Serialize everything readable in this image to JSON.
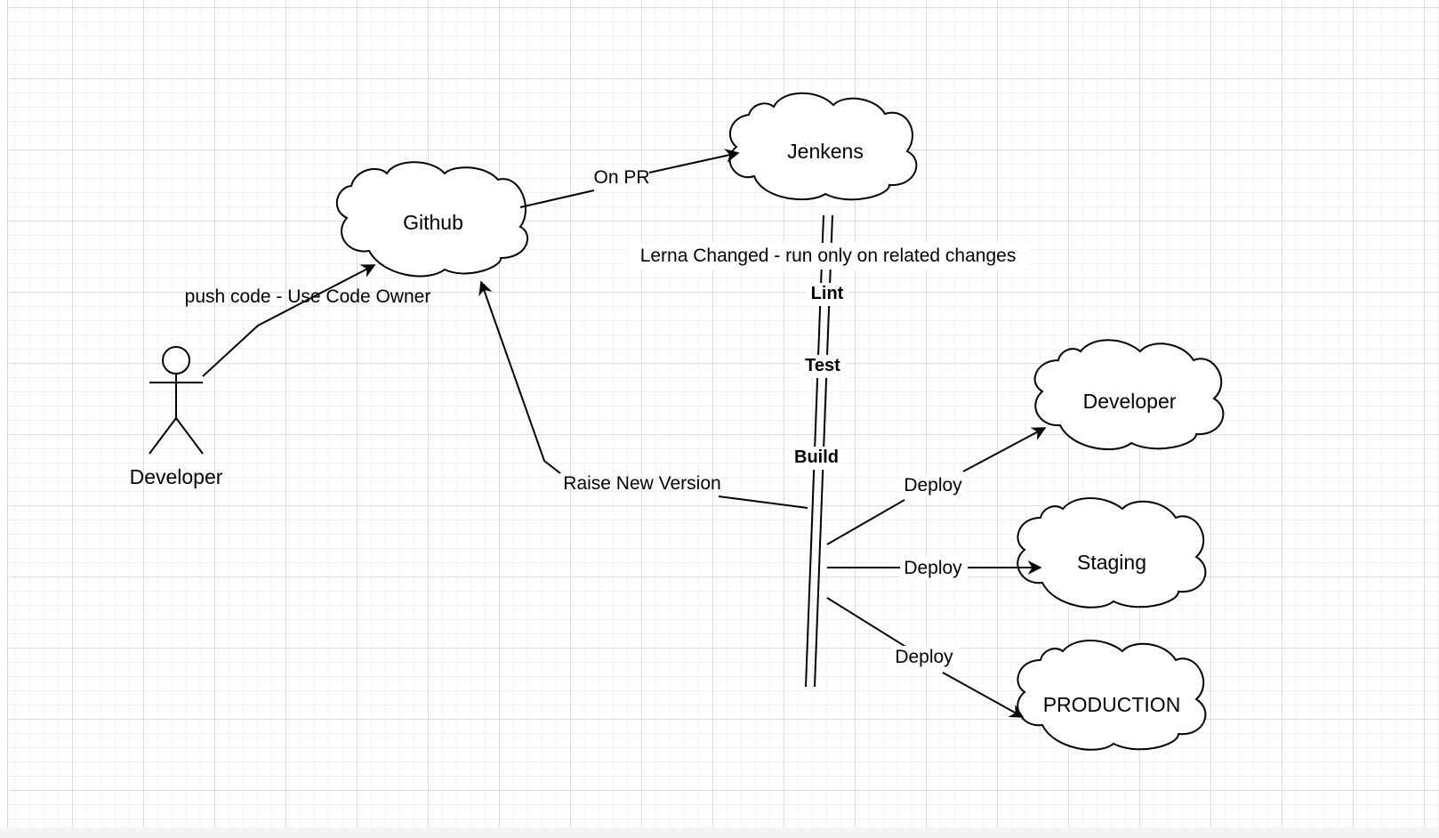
{
  "nodes": {
    "developer_actor": "Developer",
    "github": "Github",
    "jenkins": "Jenkens",
    "developer_env": "Developer",
    "staging_env": "Staging",
    "production_env": "PRODUCTION"
  },
  "edges": {
    "push_code": "push code - Use Code Owner",
    "on_pr": "On PR",
    "lerna": "Lerna Changed - run only on related changes",
    "raise_version": "Raise New Version",
    "deploy_dev": "Deploy",
    "deploy_staging": "Deploy",
    "deploy_prod": "Deploy"
  },
  "pipeline_steps": {
    "lint": "Lint",
    "test": "Test",
    "build": "Build"
  }
}
